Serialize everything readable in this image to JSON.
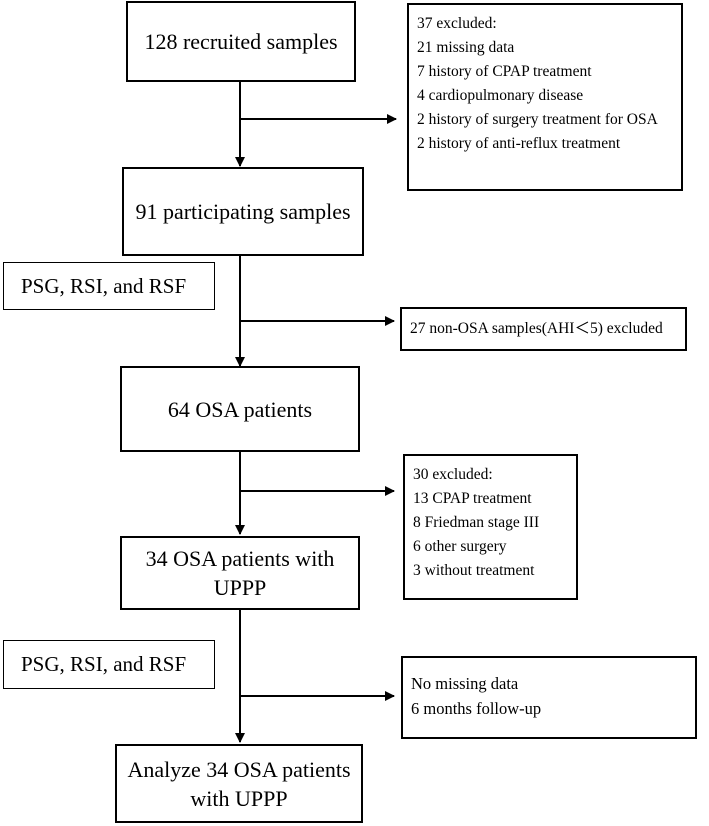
{
  "main_flow": {
    "recruited": "128 recruited samples",
    "participating": "91 participating samples",
    "osa_patients": "64 OSA patients",
    "uppp_line1": "34 OSA patients with",
    "uppp_line2": "UPPP",
    "analyze_line1": "Analyze 34 OSA patients",
    "analyze_line2": "with UPPP"
  },
  "measurements": {
    "first": "PSG, RSI, and RSF",
    "second": "PSG, RSI, and RSF"
  },
  "exclusions": {
    "first": {
      "header": "37 excluded:",
      "items": [
        "21 missing data",
        "7 history of CPAP treatment",
        "4 cardiopulmonary disease",
        "2 history of surgery treatment for OSA",
        "2 history of anti-reflux treatment"
      ]
    },
    "second": "27 non-OSA samples(AHI＜5) excluded",
    "third": {
      "header": "30 excluded:",
      "items": [
        "13 CPAP treatment",
        "8 Friedman stage III",
        "6 other surgery",
        "3 without treatment"
      ]
    },
    "fourth": {
      "items": [
        "No missing data",
        "6 months follow-up"
      ]
    }
  }
}
